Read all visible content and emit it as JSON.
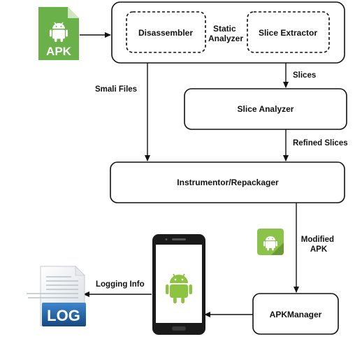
{
  "nodes": {
    "static_analyzer": "Static\nAnalyzer",
    "disassembler": "Disassembler",
    "slice_extractor": "Slice Extractor",
    "slice_analyzer": "Slice Analyzer",
    "instrumentor": "Instrumentor/Repackager",
    "apk_manager": "APKManager"
  },
  "edges": {
    "slices": "Slices",
    "smali_files": "Smali Files",
    "refined_slices": "Refined Slices",
    "modified_apk": "Modified\nAPK",
    "logging_info": "Logging Info"
  },
  "icons": {
    "apk_file": {
      "icon": "android-apk-file-icon",
      "label": "APK",
      "color": "#6ab14a"
    },
    "modified_apk": {
      "icon": "android-app-icon",
      "color": "#8bc34a"
    },
    "phone": {
      "icon": "smartphone-icon",
      "color": "#1a1a1a"
    },
    "android": {
      "icon": "android-robot-icon",
      "color": "#8cc43f"
    },
    "log_file": {
      "icon": "log-file-icon",
      "label": "LOG",
      "color": "#2a6fb0"
    }
  }
}
